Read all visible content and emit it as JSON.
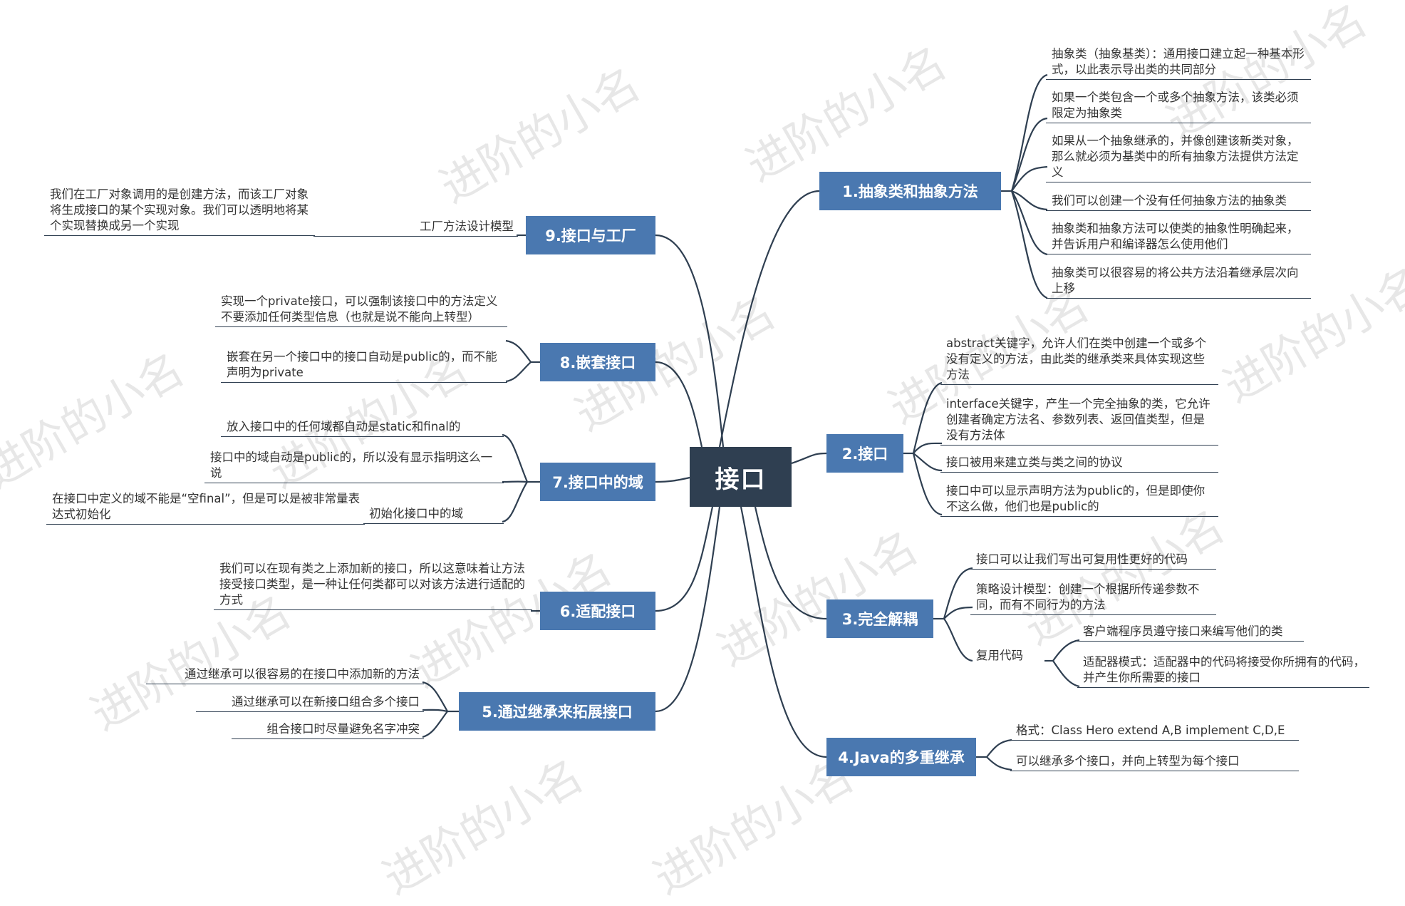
{
  "center": {
    "label": "接口"
  },
  "watermark": "进阶的小名",
  "branches": {
    "b1": {
      "label": "1.抽象类和抽象方法",
      "items": [
        "抽象类（抽象基类）：通用接口建立起一种基本形式，以此表示导出类的共同部分",
        "如果一个类包含一个或多个抽象方法，该类必须限定为抽象类",
        "如果从一个抽象继承的，并像创建该新类对象，那么就必须为基类中的所有抽象方法提供方法定义",
        "我们可以创建一个没有任何抽象方法的抽象类",
        "抽象类和抽象方法可以使类的抽象性明确起来，并告诉用户和编译器怎么使用他们",
        "抽象类可以很容易的将公共方法沿着继承层次向上移"
      ]
    },
    "b2": {
      "label": "2.接口",
      "items": [
        "abstract关键字，允许人们在类中创建一个或多个没有定义的方法，由此类的继承类来具体实现这些方法",
        "interface关键字，产生一个完全抽象的类，它允许创建者确定方法名、参数列表、返回值类型，但是没有方法体",
        "接口被用来建立类与类之间的协议",
        "接口中可以显示声明方法为public的，但是即使你不这么做，他们也是public的"
      ]
    },
    "b3": {
      "label": "3.完全解耦",
      "items": [
        "接口可以让我们写出可复用性更好的代码",
        "策略设计模型：创建一个根据所传递参数不同，而有不同行为的方法",
        "复用代码"
      ],
      "sub": [
        "客户端程序员遵守接口来编写他们的类",
        "适配器模式：适配器中的代码将接受你所拥有的代码，并产生你所需要的接口"
      ]
    },
    "b4": {
      "label": "4.Java的多重继承",
      "items": [
        "格式：Class Hero extend A,B implement C,D,E",
        "可以继承多个接口，并向上转型为每个接口"
      ]
    },
    "b5": {
      "label": "5.通过继承来拓展接口",
      "items": [
        "通过继承可以很容易的在接口中添加新的方法",
        "通过继承可以在新接口组合多个接口",
        "组合接口时尽量避免名字冲突"
      ]
    },
    "b6": {
      "label": "6.适配接口",
      "items": [
        "我们可以在现有类之上添加新的接口，所以这意味着让方法接受接口类型，是一种让任何类都可以对该方法进行适配的方式"
      ]
    },
    "b7": {
      "label": "7.接口中的域",
      "items": [
        "放入接口中的任何域都自动是static和final的",
        "接口中的域自动是public的，所以没有显示指明这么一说",
        "初始化接口中的域"
      ],
      "sub": [
        "在接口中定义的域不能是“空final”，但是可以是被非常量表达式初始化"
      ]
    },
    "b8": {
      "label": "8.嵌套接口",
      "items": [
        "实现一个private接口，可以强制该接口中的方法定义不要添加任何类型信息（也就是说不能向上转型）",
        "嵌套在另一个接口中的接口自动是public的，而不能声明为private"
      ]
    },
    "b9": {
      "label": "9.接口与工厂",
      "items": [
        "工厂方法设计模型"
      ],
      "sub": [
        "我们在工厂对象调用的是创建方法，而该工厂对象将生成接口的某个实现对象。我们可以透明地将某个实现替换成另一个实现"
      ]
    }
  }
}
